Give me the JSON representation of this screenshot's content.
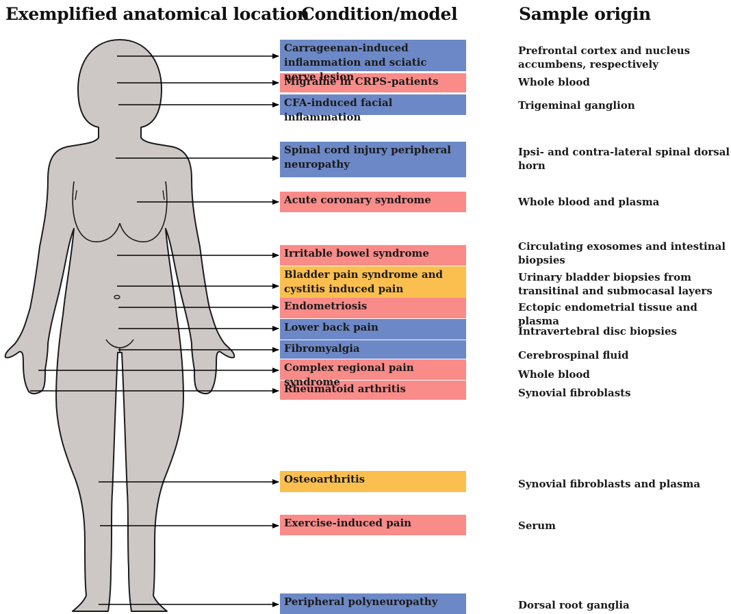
{
  "headers": {
    "location": "Exemplified anatomical location",
    "condition": "Condition/model",
    "origin": "Sample origin"
  },
  "colors": {
    "blue": "#6c88c6",
    "red": "#f98b89",
    "yellow": "#fbbf4f",
    "body_fill": "#cdc8c5",
    "body_stroke": "#1a1a1a"
  },
  "rows": [
    {
      "condition": "Carrageenan-induced inflammation and sciatic nerve lesion",
      "category": "blue",
      "origin": "Prefrontal cortex and nucleus accumbens, respectively"
    },
    {
      "condition": "Migraine in CRPS-patients",
      "category": "red",
      "origin": "Whole blood"
    },
    {
      "condition": "CFA-induced facial inflammation",
      "category": "blue",
      "origin": "Trigeminal ganglion"
    },
    {
      "condition": "Spinal cord injury peripheral neuropathy",
      "category": "blue",
      "origin": "Ipsi- and contra-lateral spinal dorsal horn"
    },
    {
      "condition": "Acute coronary syndrome",
      "category": "red",
      "origin": "Whole blood and plasma"
    },
    {
      "condition": "Irritable bowel syndrome",
      "category": "red",
      "origin": "Circulating exosomes and intestinal biopsies"
    },
    {
      "condition": "Bladder pain syndrome and cystitis induced pain",
      "category": "yellow",
      "origin": "Urinary bladder biopsies from transitinal and submocasal layers"
    },
    {
      "condition": "Endometriosis",
      "category": "red",
      "origin": "Ectopic endometrial tissue and plasma"
    },
    {
      "condition": "Lower back pain",
      "category": "blue",
      "origin": "Intravertebral disc biopsies"
    },
    {
      "condition": "Fibromyalgia",
      "category": "blue",
      "origin": "Cerebrospinal fluid"
    },
    {
      "condition": "Complex regional pain syndrome",
      "category": "red",
      "origin": "Whole blood"
    },
    {
      "condition": "Rheumatoid arthritis",
      "category": "red",
      "origin": "Synovial fibroblasts"
    },
    {
      "condition": "Osteoarthritis",
      "category": "yellow",
      "origin": "Synovial fibroblasts and plasma"
    },
    {
      "condition": "Exercise-induced pain",
      "category": "red",
      "origin": "Serum"
    },
    {
      "condition": "Peripheral polyneuropathy",
      "category": "blue",
      "origin": "Dorsal root ganglia"
    }
  ]
}
